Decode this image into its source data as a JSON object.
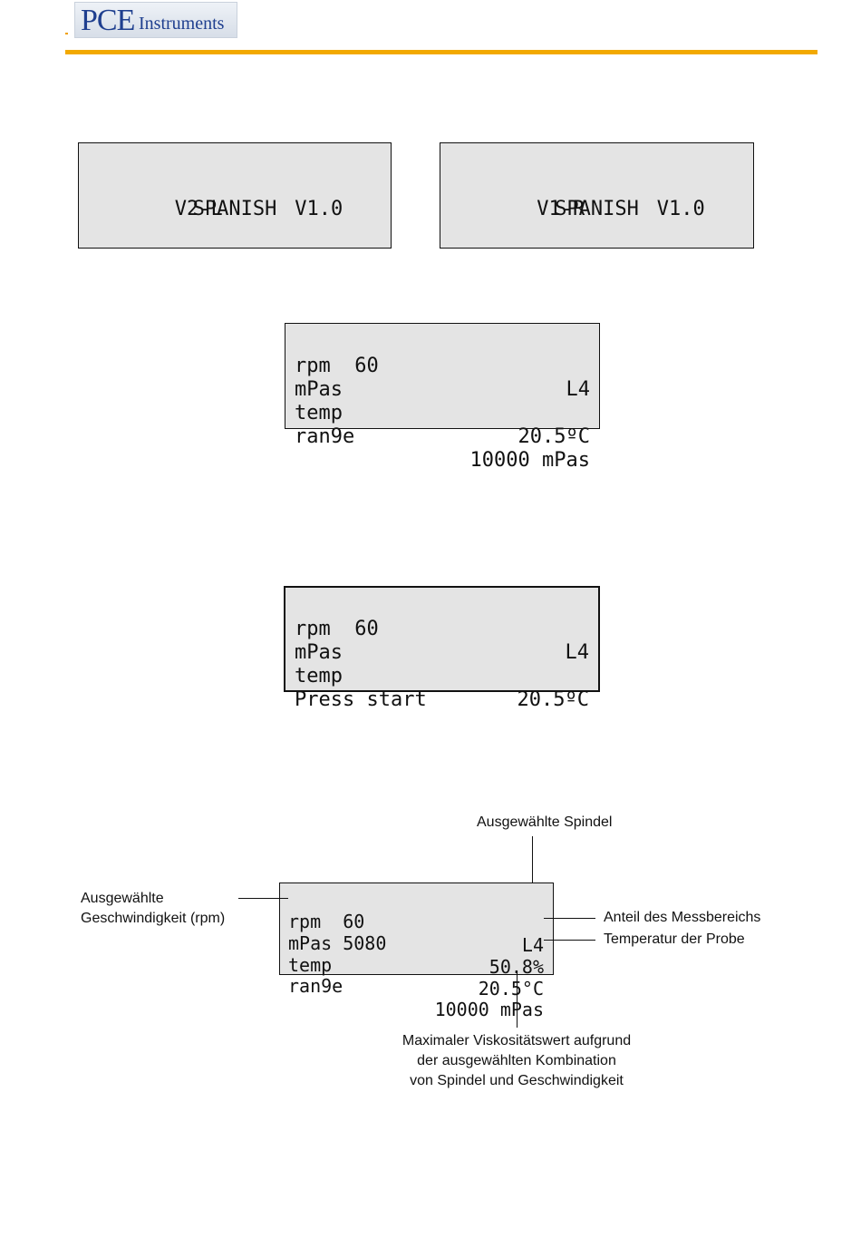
{
  "header": {
    "logo_pce": "PCE",
    "logo_instruments": "Instruments",
    "brand_color": "#f2a900",
    "logo_color": "#1f3f8f"
  },
  "startup_screens": [
    {
      "model": "V2-L",
      "version": "V1.0",
      "language": "SPANISH"
    },
    {
      "model": "V1-R",
      "version": "V1.0",
      "language": "SPANISH"
    }
  ],
  "screen_range": {
    "rpm_label": "rpm  60",
    "spindle": "L4",
    "unit": "mPas",
    "temp_label": "temp",
    "temp_value": "20.5ºC",
    "range_label": "ran9e",
    "range_value": "10000 mPas"
  },
  "screen_press": {
    "rpm_label": "rpm  60",
    "spindle": "L4",
    "unit": "mPas",
    "temp_label": "temp",
    "temp_value": "20.5ºC",
    "prompt": "Press start"
  },
  "annotated_screen": {
    "rpm_label": "rpm  60",
    "spindle": "L4",
    "unit_value": "mPas 5080",
    "percent": "50.8%",
    "temp_label": "temp",
    "temp_value": "20.5°C",
    "range_label": "ran9e",
    "range_value": "10000 mPas"
  },
  "annotations": {
    "spindle": "Ausgewählte Spindel",
    "speed_line1": "Ausgewählte",
    "speed_line2": "Geschwindigkeit (rpm)",
    "percent": "Anteil des Messbereichs",
    "temperature": "Temperatur der Probe",
    "max_line1": "Maximaler Viskositätswert aufgrund",
    "max_line2": "der ausgewählten Kombination",
    "max_line3": "von Spindel und Geschwindigkeit"
  }
}
